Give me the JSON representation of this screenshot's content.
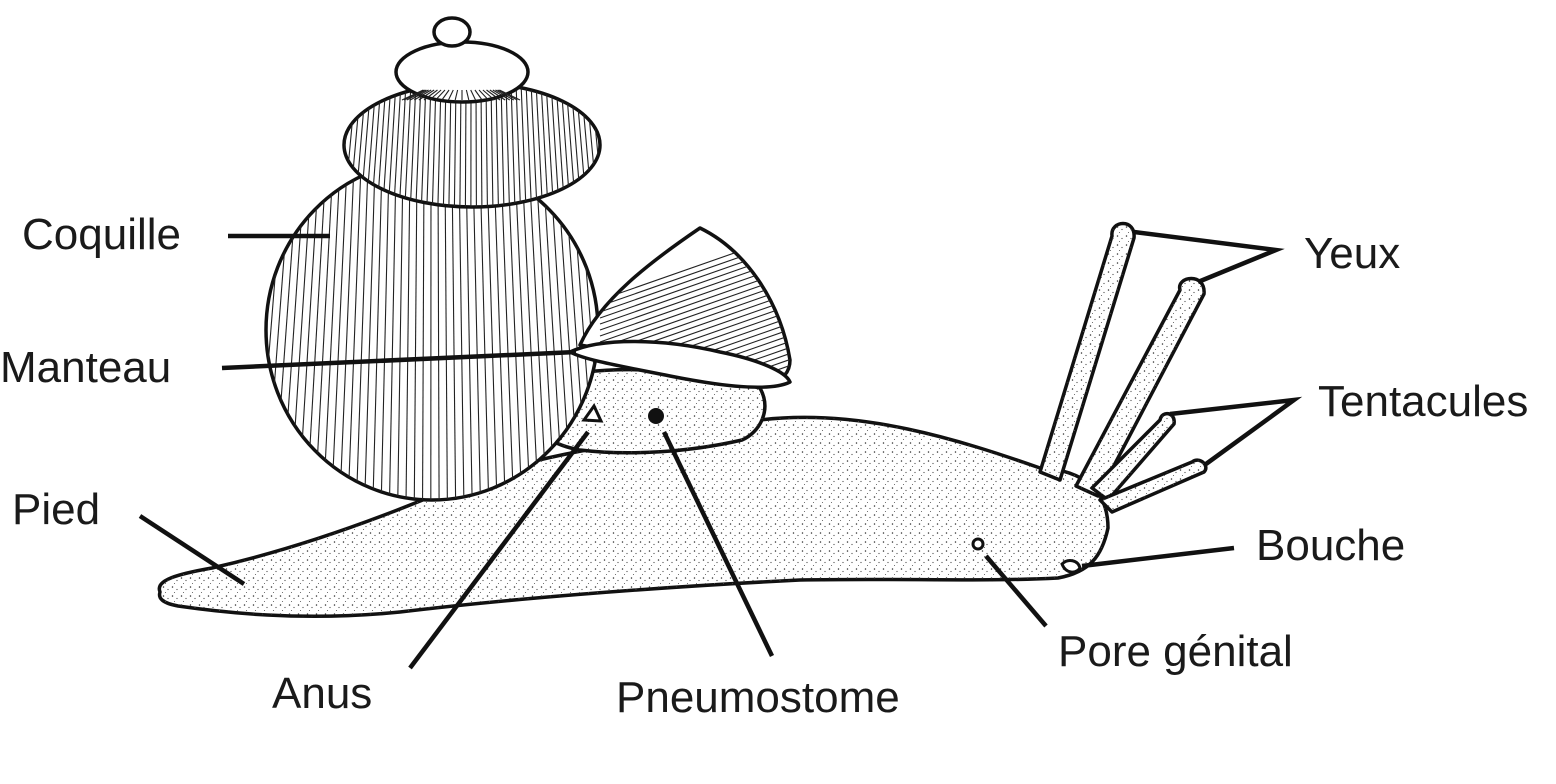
{
  "labels": {
    "coquille": "Coquille",
    "manteau": "Manteau",
    "pied": "Pied",
    "anus": "Anus",
    "pneumostome": "Pneumostome",
    "yeux": "Yeux",
    "tentacules": "Tentacules",
    "bouche": "Bouche",
    "pore_genital": "Pore génital"
  }
}
